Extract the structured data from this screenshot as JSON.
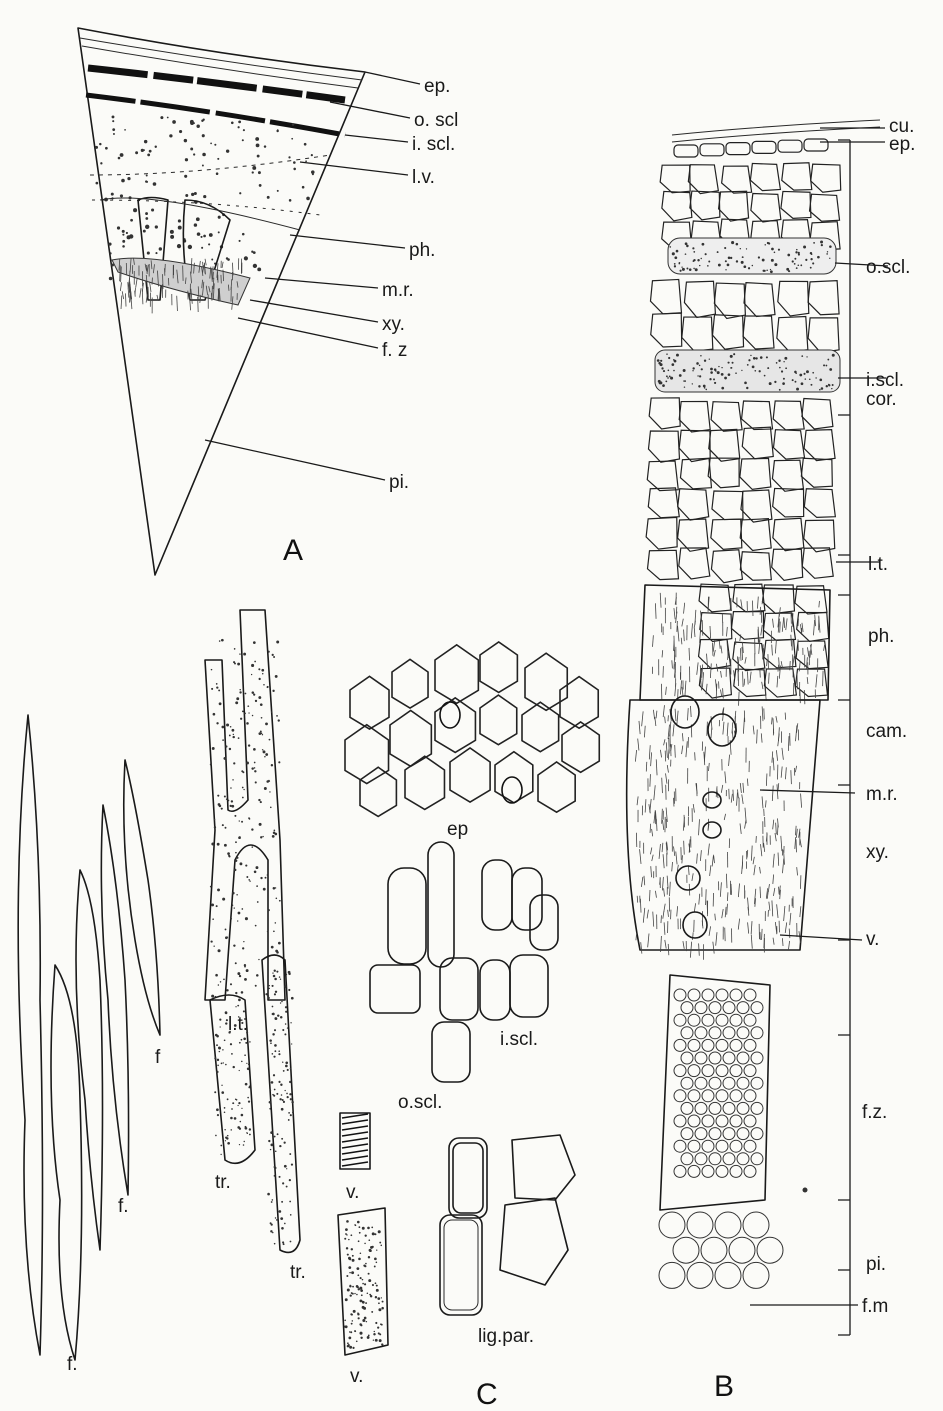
{
  "figure": {
    "panel_a": {
      "letter": "A",
      "labels": [
        "ep.",
        "o. scl",
        "i. scl.",
        "l.v.",
        "ph.",
        "m.r.",
        "xy.",
        "f. z",
        "pi."
      ]
    },
    "panel_b": {
      "letter": "B",
      "labels": [
        "cu.",
        "ep.",
        "o.scl.",
        "i.scl.",
        "cor.",
        "l.t.",
        "ph.",
        "cam.",
        "m.r.",
        "xy.",
        "v.",
        "f.z.",
        "pi.",
        "f.m"
      ]
    },
    "panel_c": {
      "letter": "C",
      "labels": {
        "latex_tube": "l.t.",
        "epidermis": "ep",
        "inner_sclereids": "i.scl.",
        "outer_sclereids": "o.scl.",
        "fibre_1": "f",
        "fibre_2": "f.",
        "fibre_3": "f.",
        "tracheid_1": "tr.",
        "tracheid_2": "tr.",
        "vessel_1": "v.",
        "vessel_2": "v.",
        "lignified_parenchyma": "lig.par."
      }
    }
  }
}
